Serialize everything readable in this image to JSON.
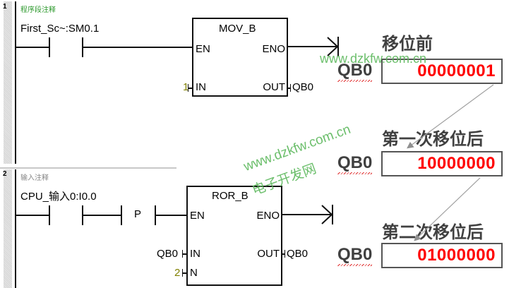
{
  "networks": [
    {
      "number": "1",
      "comment": "程序段注释",
      "comment_color": "#2e9a2e",
      "contact": {
        "label": "First_Sc~:SM0.1"
      },
      "block": {
        "name": "MOV_B",
        "pins": {
          "en": "EN",
          "eno": "ENO",
          "in": "IN",
          "out": "OUT"
        },
        "in_value": "1",
        "out_value": "QB0"
      }
    },
    {
      "number": "2",
      "comment": "输入注释",
      "comment_color": "#888888",
      "contact": {
        "label": "CPU_输入0:I0.0"
      },
      "edge": "P",
      "block": {
        "name": "ROR_B",
        "pins": {
          "en": "EN",
          "eno": "ENO",
          "in": "IN",
          "out": "OUT",
          "n": "N"
        },
        "in_value": "QB0",
        "n_value": "2",
        "out_value": "QB0"
      }
    }
  ],
  "annotations": [
    {
      "heading": "移位前",
      "register": "QB0",
      "value": "00000001"
    },
    {
      "heading": "第一次移位后",
      "register": "QB0",
      "value": "10000000"
    },
    {
      "heading": "第二次移位后",
      "register": "QB0",
      "value": "01000000"
    }
  ],
  "watermark": {
    "url": "www.dzkfw.com.cn",
    "site_name": "电子开发网"
  },
  "colors": {
    "value_red": "#ff0000",
    "constant_olive": "#808000",
    "watermark_green": "#5cb85c"
  }
}
